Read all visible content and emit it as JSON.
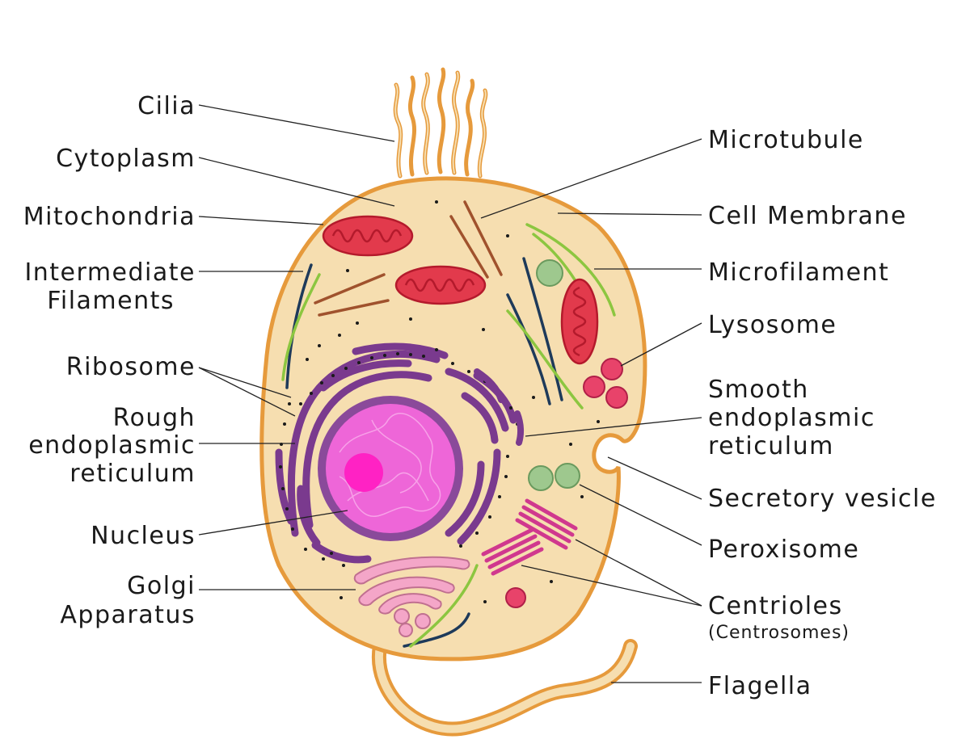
{
  "labels": {
    "cilia": "Cilia",
    "cytoplasm": "Cytoplasm",
    "mitochondria": "Mitochondria",
    "intermediate_filaments": [
      "Intermediate",
      "Filaments"
    ],
    "ribosome": "Ribosome",
    "rough_er": [
      "Rough",
      "endoplasmic",
      "reticulum"
    ],
    "nucleus": "Nucleus",
    "golgi": [
      "Golgi",
      "Apparatus"
    ],
    "microtubule": "Microtubule",
    "cell_membrane": "Cell Membrane",
    "microfilament": "Microfilament",
    "lysosome": "Lysosome",
    "smooth_er": [
      "Smooth",
      "endoplasmic",
      "reticulum"
    ],
    "secretory_vesicle": "Secretory vesicle",
    "peroxisome": "Peroxisome",
    "centrioles": "Centrioles",
    "centrosomes": "(Centrosomes)",
    "flagella": "Flagella"
  },
  "colors": {
    "cytoplasm": "#f6deb0",
    "membrane": "#e69a3c",
    "mitochondria": "#e23a4c",
    "mito_inner": "#b41a2c",
    "nucleus": "#ee66d8",
    "nucleolus": "#ff22c4",
    "nuclear_envelope": "#8a4a9a",
    "er": "#7a3a8e",
    "golgi": "#f4a6c8",
    "lysosome": "#e8436a",
    "peroxisome": "#9ec88e",
    "centriole": "#d0388e",
    "microtubule": "#1e3a5a",
    "microfilament": "#8cc640",
    "intermediate_filament": "#a0522d"
  }
}
